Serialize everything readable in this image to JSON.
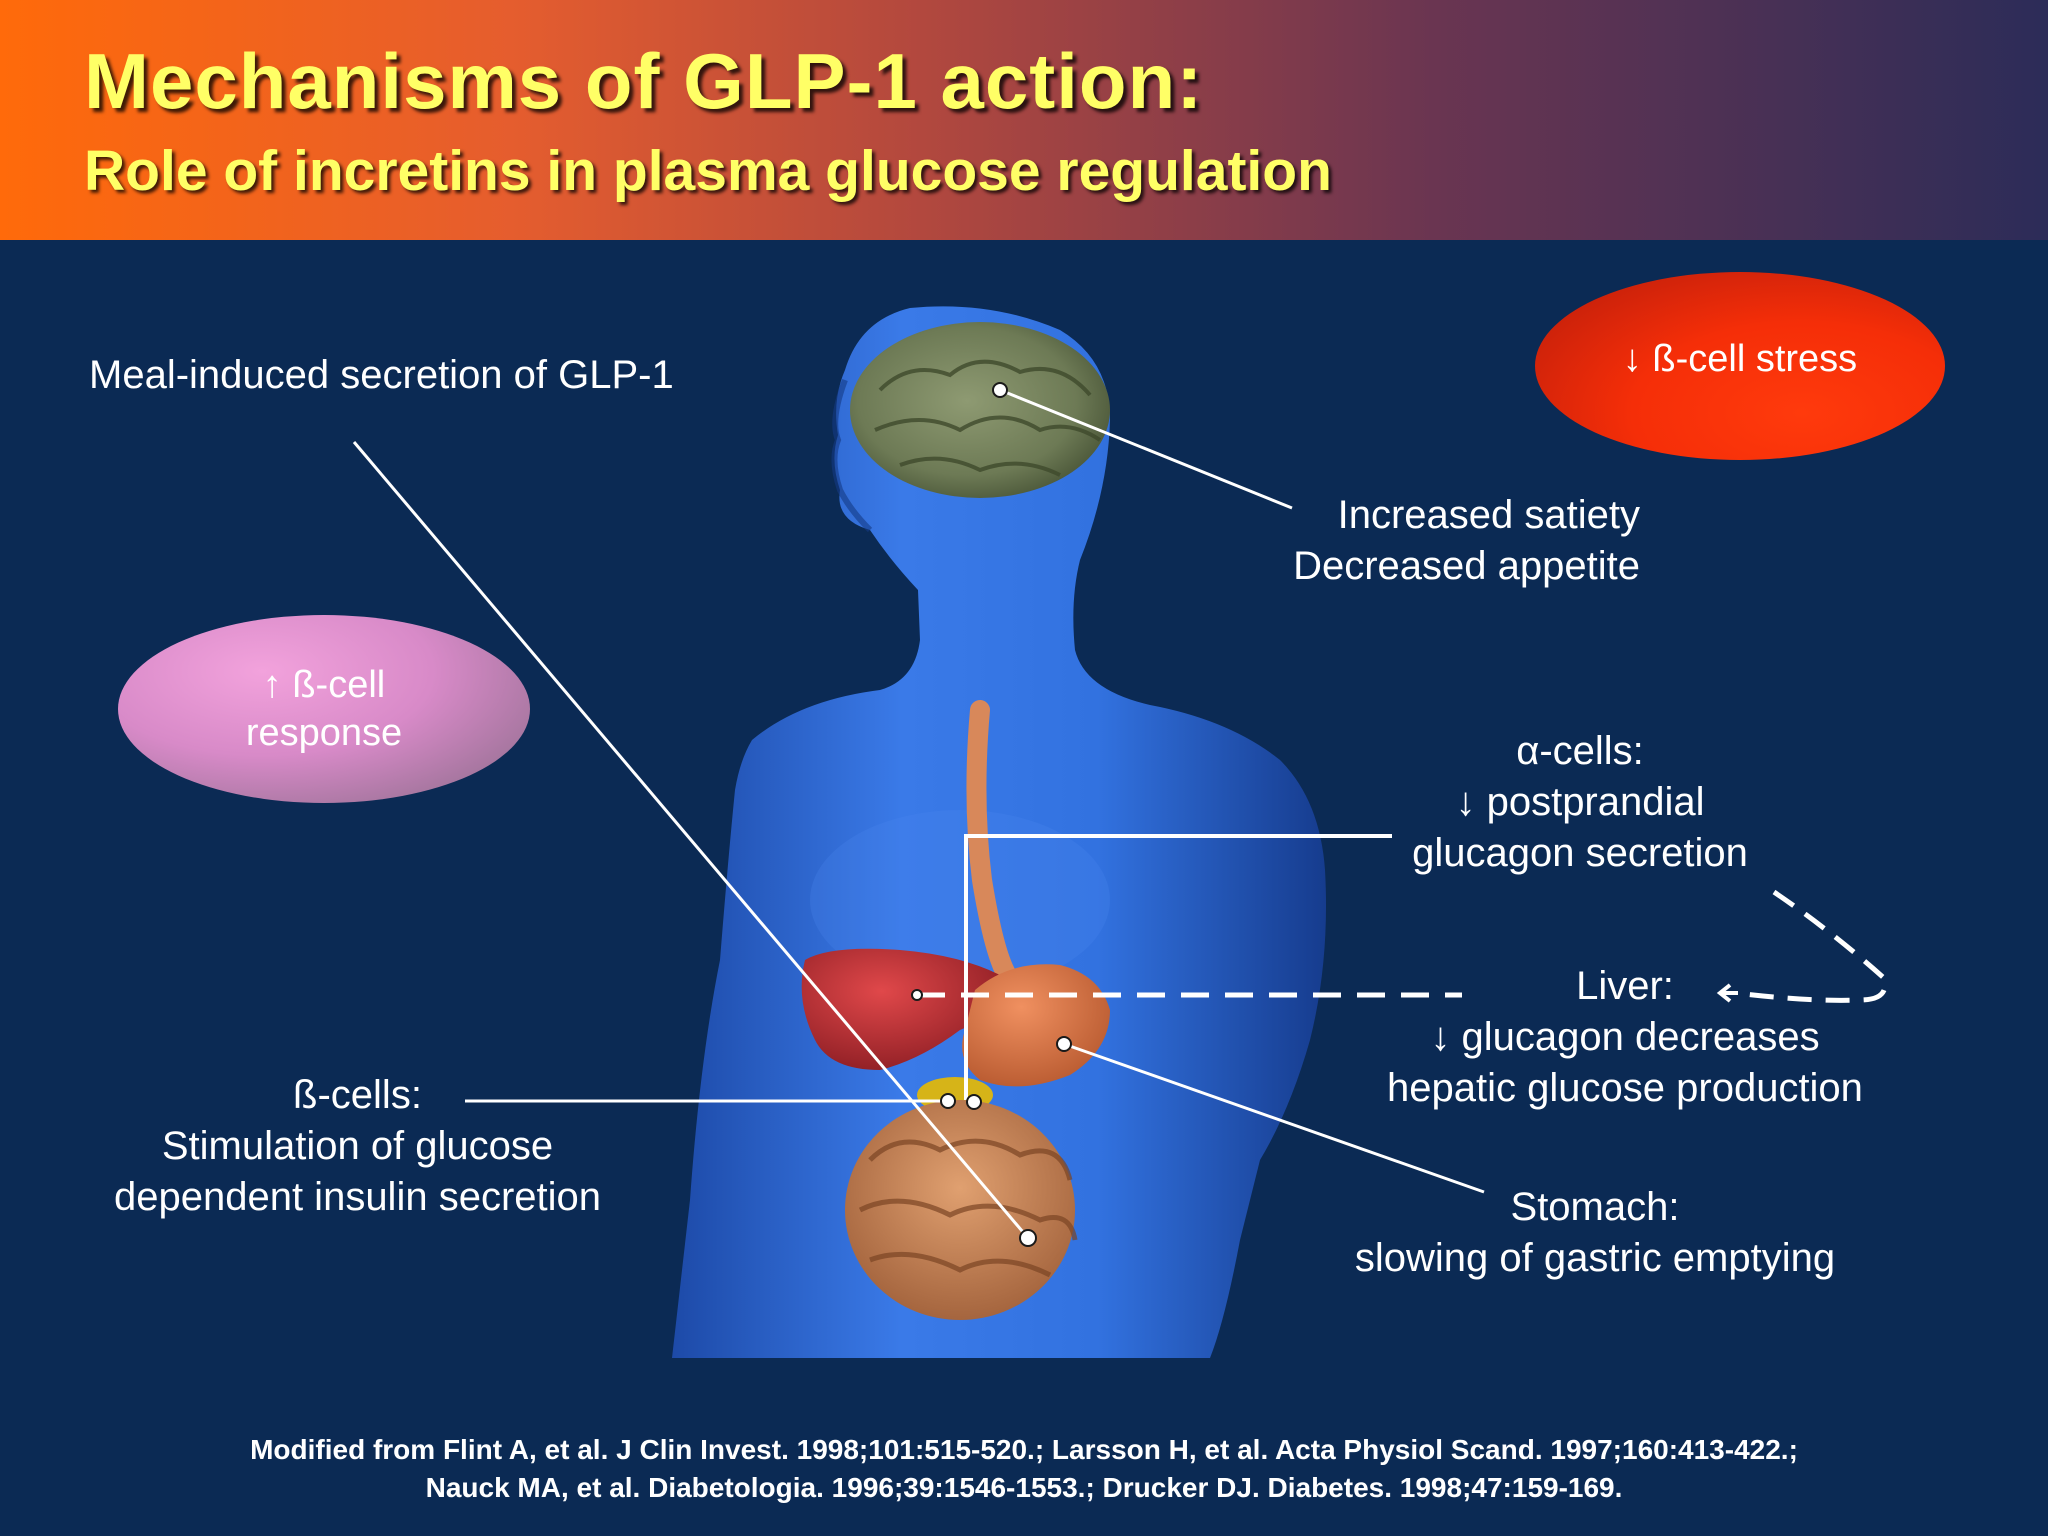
{
  "header": {
    "title": "Mechanisms of GLP-1 action:",
    "subtitle": "Role of incretins in plasma glucose regulation"
  },
  "labels": {
    "meal": "Meal-induced secretion of GLP-1",
    "satiety_line1": "Increased satiety",
    "satiety_line2": "Decreased appetite",
    "alpha_line1": "α-cells:",
    "alpha_line2": "↓ postprandial",
    "alpha_line3": "glucagon secretion",
    "liver_line1": "Liver:",
    "liver_line2": "↓ glucagon decreases",
    "liver_line3": "hepatic glucose production",
    "beta_line1": "ß-cells:",
    "beta_line2": "Stimulation of glucose",
    "beta_line3": "dependent insulin secretion",
    "stomach_line1": "Stomach:",
    "stomach_line2": "slowing of gastric emptying"
  },
  "badges": {
    "stress": "↓ ß-cell stress",
    "response_line1": "↑ ß-cell",
    "response_line2": "response"
  },
  "references": {
    "line1": "Modified from Flint A, et al. J Clin Invest. 1998;101:515-520.; Larsson H, et al. Acta Physiol Scand. 1997;160:413-422.;",
    "line2": "Nauck MA, et al. Diabetologia. 1996;39:1546-1553.; Drucker DJ. Diabetes. 1998;47:159-169."
  },
  "colors": {
    "background": "#0b2a54",
    "title_text": "#ffff66",
    "body": "#2f6ad6",
    "stress_badge": "#ff3a0c",
    "response_badge": "#e89ad6"
  }
}
